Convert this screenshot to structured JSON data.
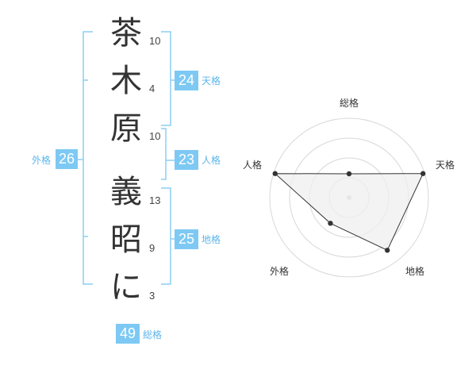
{
  "name": {
    "characters": [
      {
        "char": "茶",
        "strokes": "10"
      },
      {
        "char": "木",
        "strokes": "4"
      },
      {
        "char": "原",
        "strokes": "10"
      },
      {
        "char": "義",
        "strokes": "13"
      },
      {
        "char": "昭",
        "strokes": "9"
      },
      {
        "char": "に",
        "strokes": "3"
      }
    ]
  },
  "kakusu": {
    "tenkaku": {
      "value": "24",
      "label": "天格"
    },
    "jinkaku": {
      "value": "23",
      "label": "人格"
    },
    "chikaku": {
      "value": "25",
      "label": "地格"
    },
    "gaikaku": {
      "value": "26",
      "label": "外格"
    },
    "soukaku": {
      "value": "49",
      "label": "総格"
    }
  },
  "colors": {
    "accent": "#7dc9f4",
    "accent_text": "#5bb6ec",
    "bracket": "#8ccdf3",
    "radar_fill": "#efefef",
    "radar_line": "#333333",
    "radar_grid": "#d8d8d8"
  },
  "chart_data": {
    "type": "radar",
    "axes": [
      "総格",
      "天格",
      "地格",
      "外格",
      "人格"
    ],
    "values": [
      0.3,
      0.98,
      0.82,
      0.4,
      0.98
    ],
    "rings": 4,
    "max": 1
  }
}
